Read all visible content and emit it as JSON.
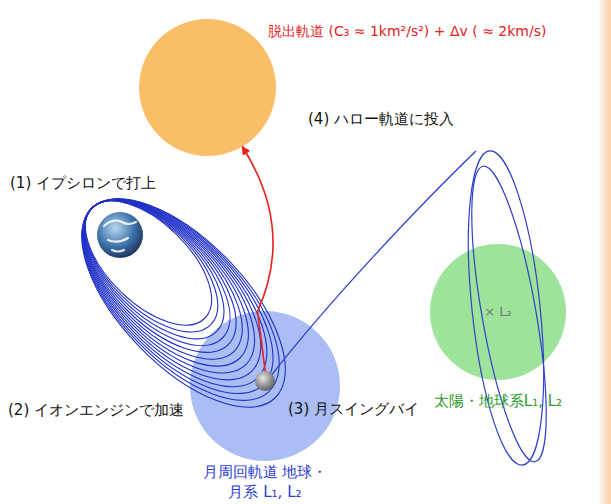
{
  "diagram": {
    "nodes": [
      {
        "text": [
          "脱出軌道 (C₃ ≈ 1km²/s²) + Δv ( ≈ 2km/s)"
        ]
      },
      {
        "text": [
          "月周回軌道 地球・月系 L₁, L₂"
        ]
      },
      {
        "text": [
          "× L₂",
          "太陽・地球系L₁, L₂"
        ]
      }
    ],
    "edges": [
      {
        "from": 1,
        "to": 0,
        "arrow": "to"
      }
    ],
    "labels": [
      "(1) イプシロンで打上",
      "(2) イオンエンジンで加速",
      "(3) 月スイングバイ",
      "(4) ハロー軌道に投入"
    ]
  }
}
